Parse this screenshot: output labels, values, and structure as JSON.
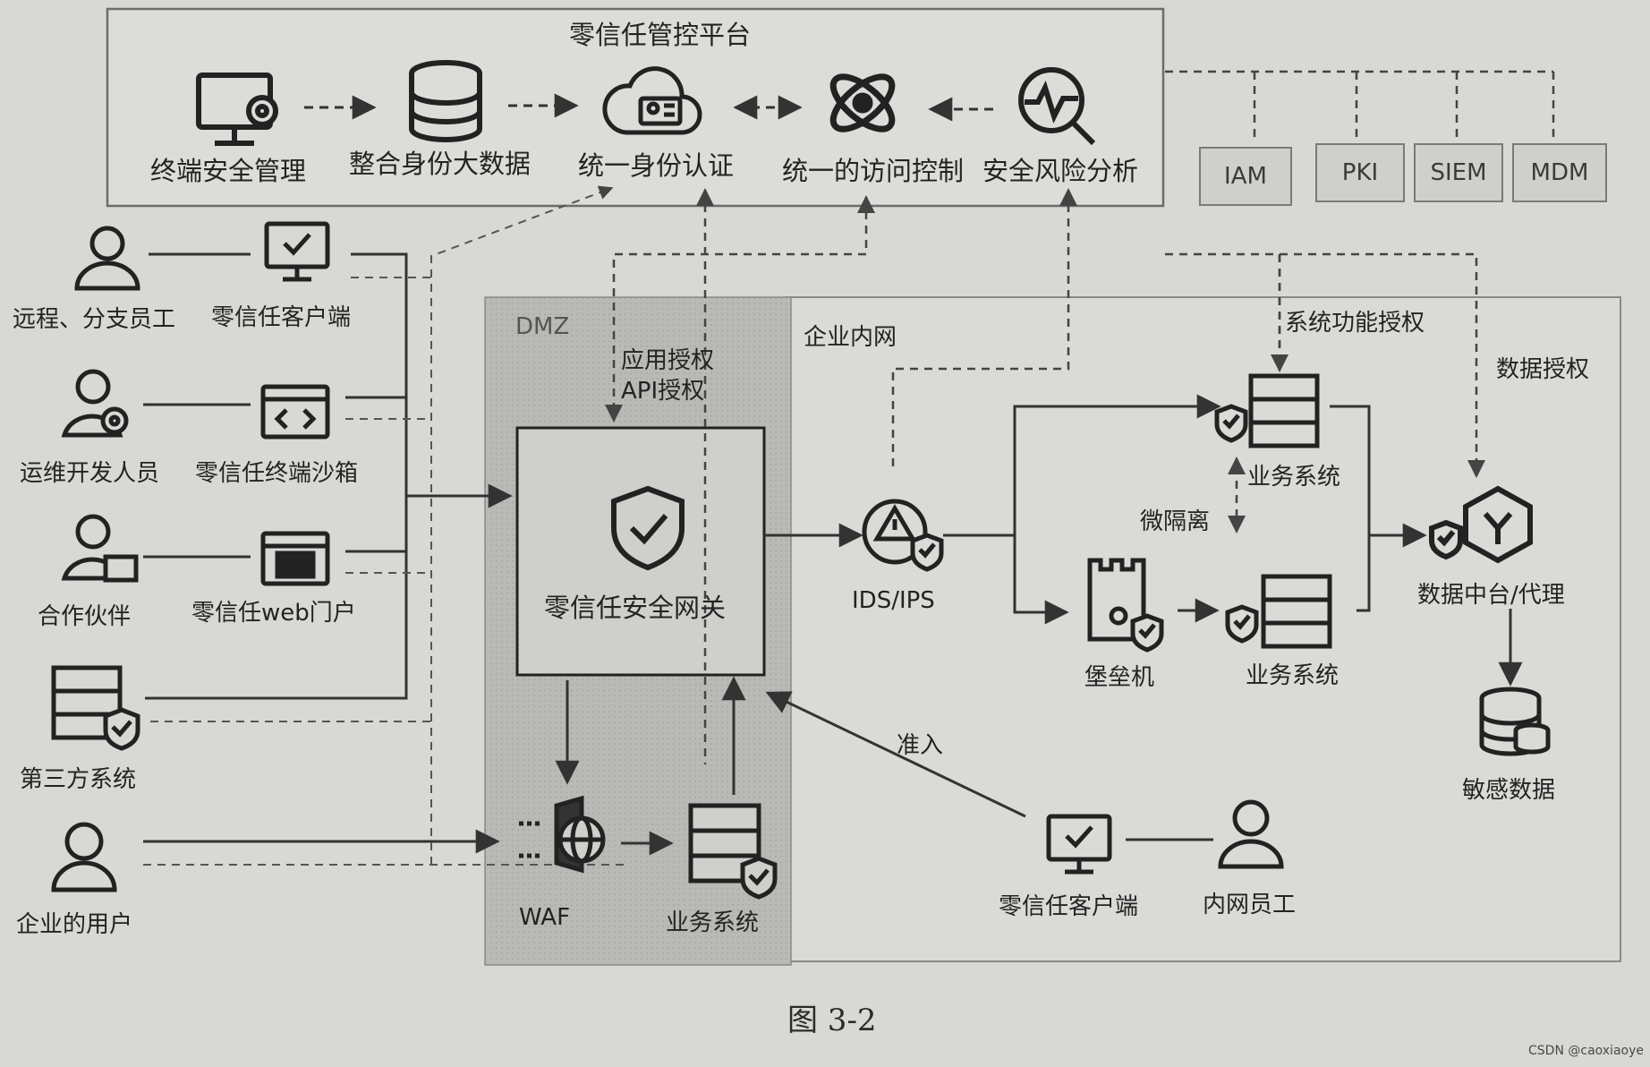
{
  "platform": {
    "title": "零信任管控平台",
    "modules": [
      {
        "label": "终端安全管理",
        "icon": "monitor-gear-icon"
      },
      {
        "label": "整合身份大数据",
        "icon": "database-icon"
      },
      {
        "label": "统一身份认证",
        "icon": "cloud-id-icon"
      },
      {
        "label": "统一的访问控制",
        "icon": "atom-icon"
      },
      {
        "label": "安全风险分析",
        "icon": "magnifier-pulse-icon"
      }
    ],
    "external": [
      "IAM",
      "PKI",
      "SIEM",
      "MDM"
    ]
  },
  "left_users": [
    {
      "user": "远程、分支员工",
      "client": "零信任客户端"
    },
    {
      "user": "运维开发人员",
      "client": "零信任终端沙箱"
    },
    {
      "user": "合作伙伴",
      "client": "零信任web门户"
    },
    {
      "user": "第三方系统"
    },
    {
      "user": "企业的用户"
    }
  ],
  "zones": {
    "dmz": "DMZ",
    "intranet": "企业内网"
  },
  "dmz": {
    "auth_lines": [
      "应用授权",
      "API授权"
    ],
    "gateway": "零信任安全网关",
    "waf": "WAF",
    "business": "业务系统"
  },
  "intranet": {
    "ids": "IDS/IPS",
    "business_top": "业务系统",
    "microseg": "微隔离",
    "bastion": "堡垒机",
    "business_bottom": "业务系统",
    "func_auth": "系统功能授权",
    "data_auth": "数据授权",
    "data_platform": "数据中台/代理",
    "sensitive": "敏感数据",
    "admission": "准入",
    "client": "零信任客户端",
    "employee": "内网员工"
  },
  "caption": "图 3-2",
  "watermark": "CSDN @caoxiaoye"
}
